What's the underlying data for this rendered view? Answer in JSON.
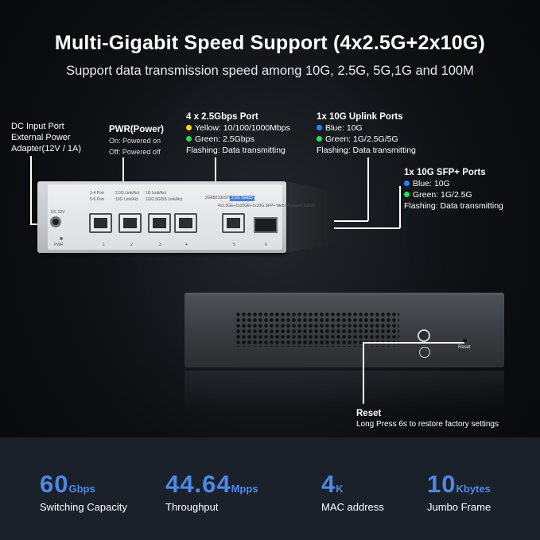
{
  "title": "Multi-Gigabit Speed Support (4x2.5G+2x10G)",
  "subtitle": "Support data transmission speed among 10G, 2.5G, 5G,1G and 100M",
  "callouts": {
    "dc": {
      "title": "DC Input Port",
      "line2": "External Power",
      "line3": "Adapter(12V / 1A)"
    },
    "pwr": {
      "title": "PWR(Power)",
      "line2": "On: Powered on",
      "line3": "Off: Powered off"
    },
    "rj45": {
      "title": "4 x 2.5Gbps Port",
      "yellow": "Yellow: 10/100/1000Mbps",
      "green": "Green: 2.5Gbps",
      "flash": "Flashing: Data transmitting"
    },
    "uplink": {
      "title": "1x 10G Uplink Ports",
      "blue": "Blue: 10G",
      "green": "Green: 1G/2.5G/5G",
      "flash": "Flashing: Data transmitting"
    },
    "sfp": {
      "title": "1x 10G SFP+ Ports",
      "blue": "Blue: 10G",
      "green": "Green: 1G/2.5G",
      "flash": "Flashing: Data transmitting"
    },
    "reset": {
      "title": "Reset",
      "desc": "Long Press 6s to restore factory settings"
    }
  },
  "device": {
    "model": "2G6B2106STM",
    "badge": "2.5G Switch",
    "legend_1_4": "1-4 Port",
    "legend_5_6": "5-6 Port",
    "legend_a": "2.5G Link/Act",
    "legend_b": "10G Link/Act",
    "legend_c": "1G Link/Act",
    "legend_d": "1G/2.5G/5G Link/Act",
    "spec": "4x2.5GE+1x10GE+1x10G SFP+ Web Managed Switch",
    "dc_label": "DC 12V",
    "pwr_label": "PWR",
    "reset_label": "Reset",
    "ports": [
      "1",
      "2",
      "3",
      "4",
      "5",
      "6"
    ]
  },
  "stats": [
    {
      "value": "60",
      "unit": "Gbps",
      "label": "Switching Capacity"
    },
    {
      "value": "44.64",
      "unit": "Mpps",
      "label": "Throughput"
    },
    {
      "value": "4",
      "unit": "K",
      "label": "MAC address"
    },
    {
      "value": "10",
      "unit": "Kbytes",
      "label": "Jumbo Frame"
    }
  ],
  "colors": {
    "accent": "#4f88e6",
    "yellow": "#ffd51c",
    "green": "#2fdc55",
    "blue": "#2e80ff"
  }
}
